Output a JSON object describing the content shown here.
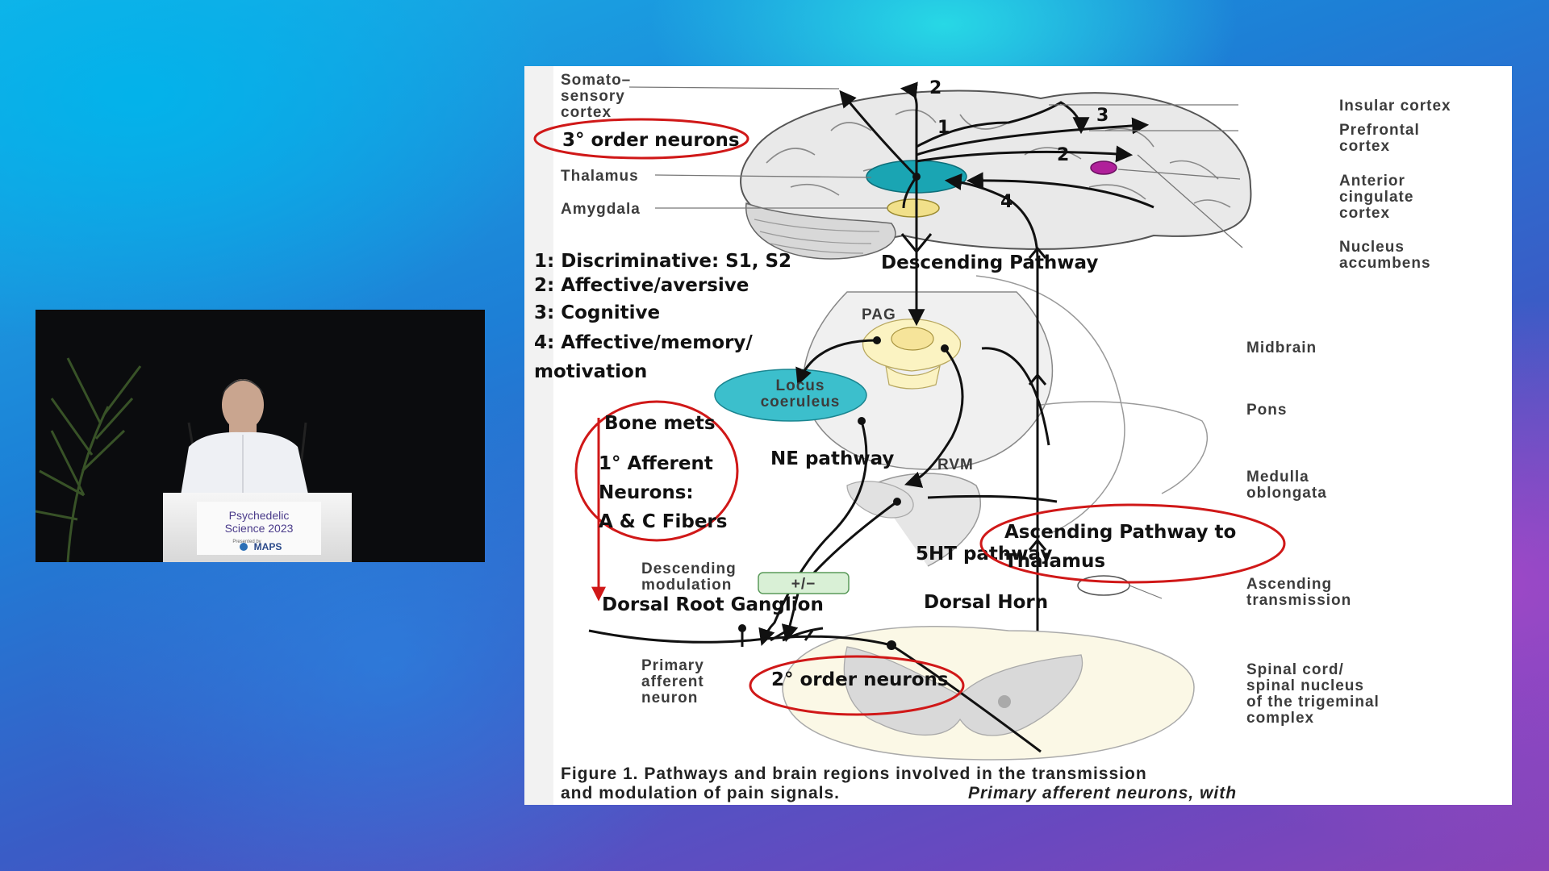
{
  "video": {
    "podium_line1": "Psychedelic",
    "podium_line2": "Science 2023",
    "podium_presenter": "Presented by",
    "podium_logo": "MAPS"
  },
  "slide": {
    "labels": {
      "somato1": "Somato–",
      "somato2": "sensory",
      "somato3": "cortex",
      "thalamus": "Thalamus",
      "amygdala": "Amygdala",
      "insular": "Insular cortex",
      "prefrontal1": "Prefrontal",
      "prefrontal2": "cortex",
      "acc1": "Anterior",
      "acc2": "cingulate",
      "acc3": "cortex",
      "nacc1": "Nucleus",
      "nacc2": "accumbens",
      "pag": "PAG",
      "lc1": "Locus",
      "lc2": "coeruleus",
      "rvm": "RVM",
      "midbrain": "Midbrain",
      "pons": "Pons",
      "medulla1": "Medulla",
      "medulla2": "oblongata",
      "desc_mod1": "Descending",
      "desc_mod2": "modulation",
      "plusminus": "+/−",
      "asc_trans1": "Ascending",
      "asc_trans2": "transmission",
      "paf1": "Primary",
      "paf2": "afferent",
      "paf3": "neuron",
      "spinal1": "Spinal cord/",
      "spinal2": "spinal nucleus",
      "spinal3": "of the trigeminal",
      "spinal4": "complex"
    },
    "numbers": {
      "n1": "1",
      "n2a": "2",
      "n2b": "2",
      "n3": "3",
      "n4": "4"
    },
    "annotations": {
      "third_order": "3° order neurons",
      "legend1": "1: Discriminative: S1, S2",
      "legend2": "2: Affective/aversive",
      "legend3": "3: Cognitive",
      "legend4a": "4: Affective/memory/",
      "legend4b": "motivation",
      "descending": "Descending Pathway",
      "bone_mets": "Bone mets",
      "first_aff1": "1° Afferent",
      "first_aff2": "Neurons:",
      "first_aff3": "A & C Fibers",
      "ne_path": "NE pathway",
      "fiveht_path": "5HT pathway",
      "drg": "Dorsal Root Ganglion",
      "dorsal_horn": "Dorsal Horn",
      "asc_path1": "Ascending Pathway to",
      "asc_path2": "Thalamus",
      "second_order": "2° order neurons"
    },
    "caption": {
      "line1": "Figure 1. Pathways and brain regions involved in the transmission",
      "line2a": "and modulation of pain signals.",
      "line2b": "Primary afferent neurons, with"
    },
    "colors": {
      "circle_red": "#d01818",
      "thalamus_teal": "#1aa5b3",
      "locus_teal": "#3cbfcc",
      "amygdala_yellow": "#f1e08a",
      "acc_magenta": "#b0209a",
      "pag_yellow": "#fbf3c2"
    }
  }
}
